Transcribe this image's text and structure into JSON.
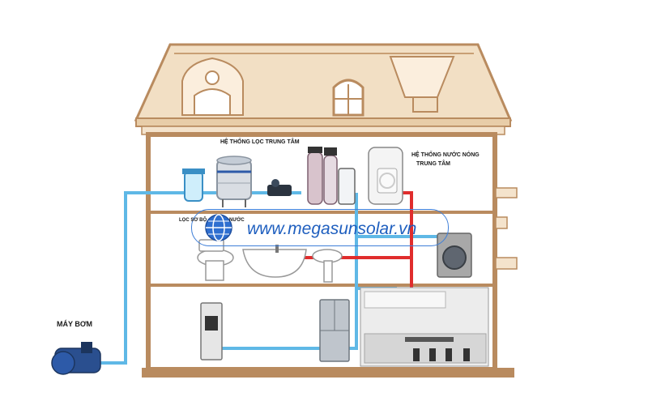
{
  "labels": {
    "pump": "MÁY BƠM",
    "central_filter": "HỆ THỐNG LỌC TRUNG TÂM",
    "hot_water_line1": "HỆ THỐNG NƯỚC NÓNG",
    "hot_water_line2": "TRUNG TÂM",
    "pre_filter": "LỌC SƠ BỘ",
    "tank": "NƯỚC"
  },
  "watermark": {
    "url": "www.megasunsolar.vn"
  },
  "colors": {
    "house_frame": "#b98b5f",
    "roof_fill": "#f2dfc4",
    "cold_pipe": "#5fb8e6",
    "hot_pipe": "#e02d2d",
    "banner_blue": "#1f5fbf"
  },
  "icons": [
    "globe-icon"
  ]
}
